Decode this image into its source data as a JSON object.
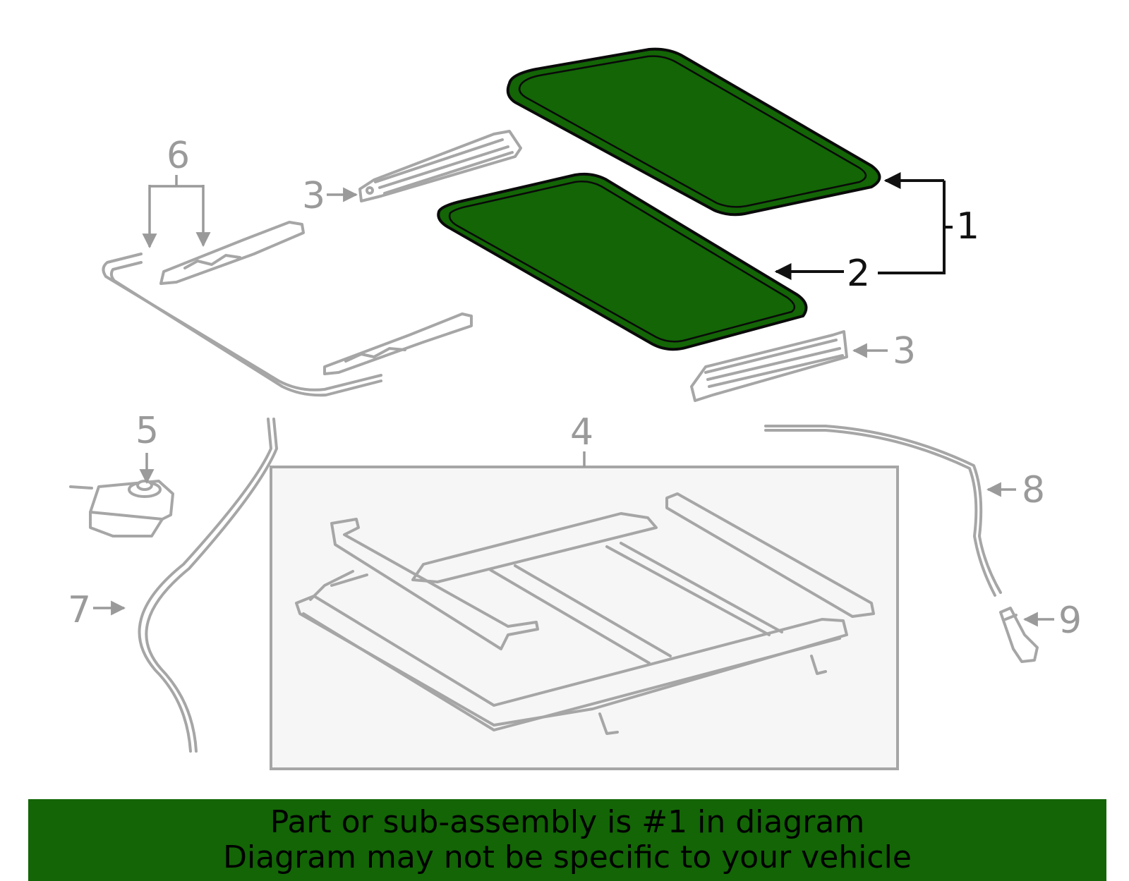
{
  "callouts": {
    "c1": "1",
    "c2": "2",
    "c3a": "3",
    "c3b": "3",
    "c4": "4",
    "c5": "5",
    "c6": "6",
    "c7": "7",
    "c8": "8",
    "c9": "9"
  },
  "banner": {
    "line1": "Part or sub-assembly is #1 in diagram",
    "line2": "Diagram may not be specific to your vehicle",
    "color": "#136506"
  },
  "colors": {
    "highlight": "#136506",
    "part_outline": "#a6a6a6",
    "label_gray": "#9a9a9a"
  }
}
